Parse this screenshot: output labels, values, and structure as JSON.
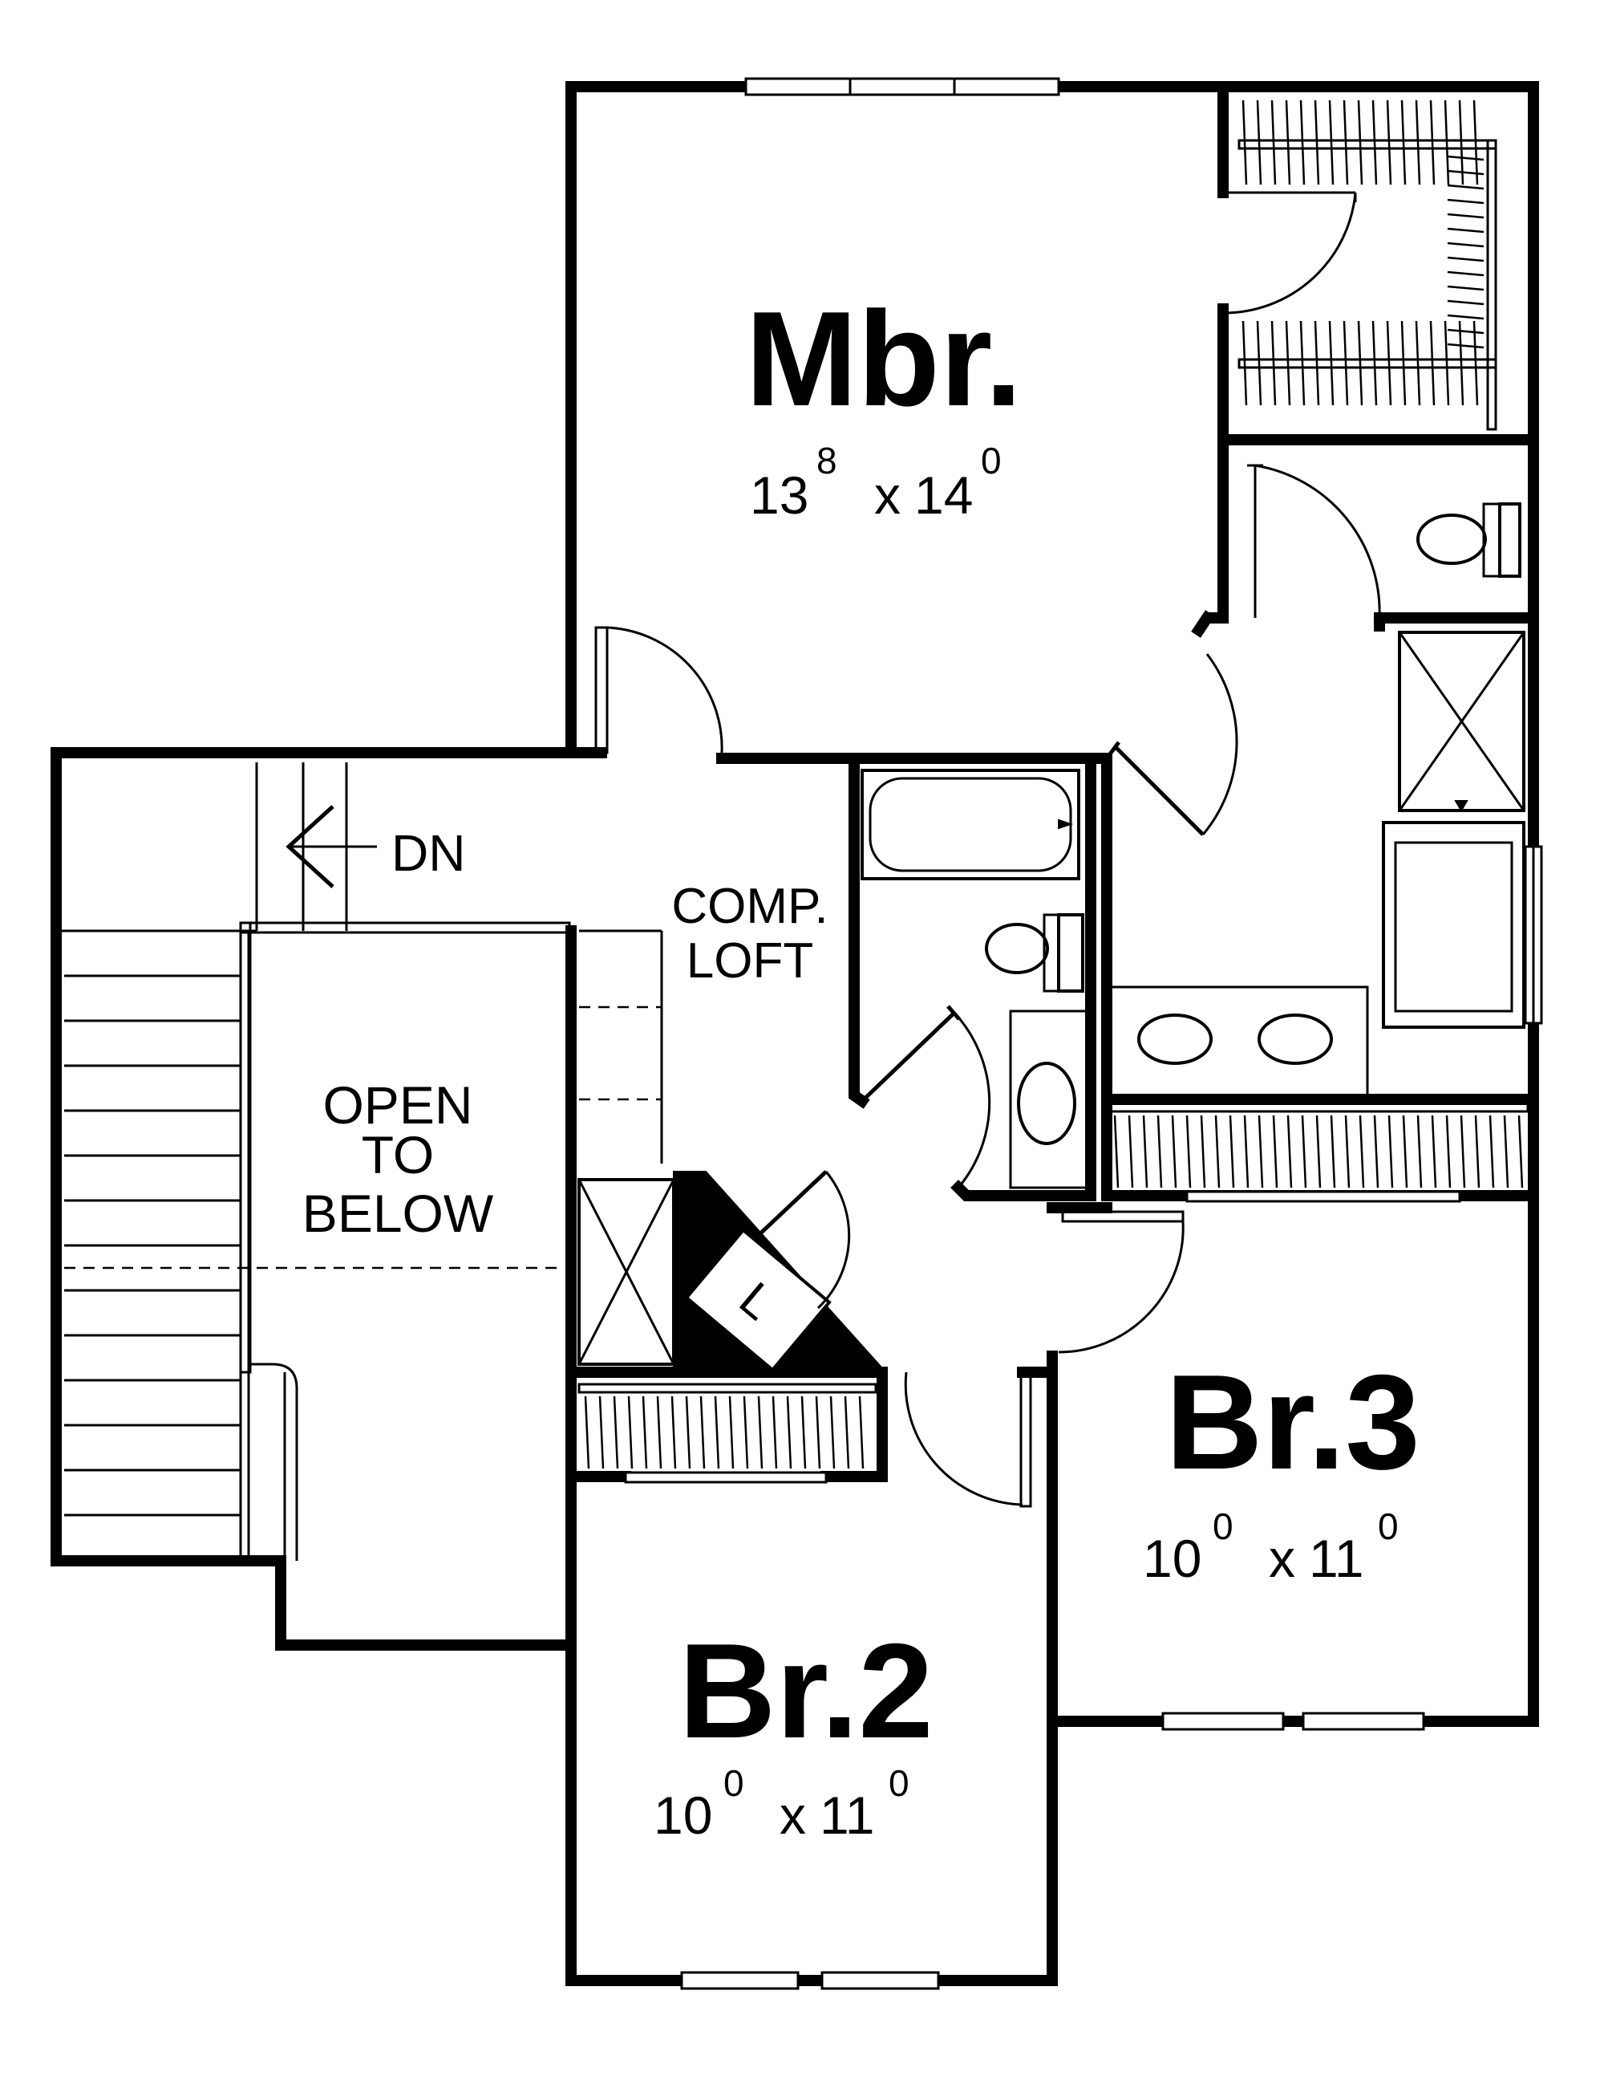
{
  "rooms": {
    "master": {
      "name": "Mbr.",
      "dim_ft_a": "13",
      "dim_in_a": "8",
      "dim_sep": "x",
      "dim_ft_b": "14",
      "dim_in_b": "0"
    },
    "br3": {
      "name": "Br.3",
      "dim_ft_a": "10",
      "dim_in_a": "0",
      "dim_sep": "x",
      "dim_ft_b": "11",
      "dim_in_b": "0"
    },
    "br2": {
      "name": "Br.2",
      "dim_ft_a": "10",
      "dim_in_a": "0",
      "dim_sep": "x",
      "dim_ft_b": "11",
      "dim_in_b": "0"
    }
  },
  "labels": {
    "stair_dn": "DN",
    "loft_line1": "COMP.",
    "loft_line2": "LOFT",
    "open_line1": "OPEN",
    "open_line2": "TO",
    "open_line3": "BELOW",
    "linen": "L"
  },
  "colors": {
    "ink": "#000000",
    "paper": "#ffffff"
  }
}
